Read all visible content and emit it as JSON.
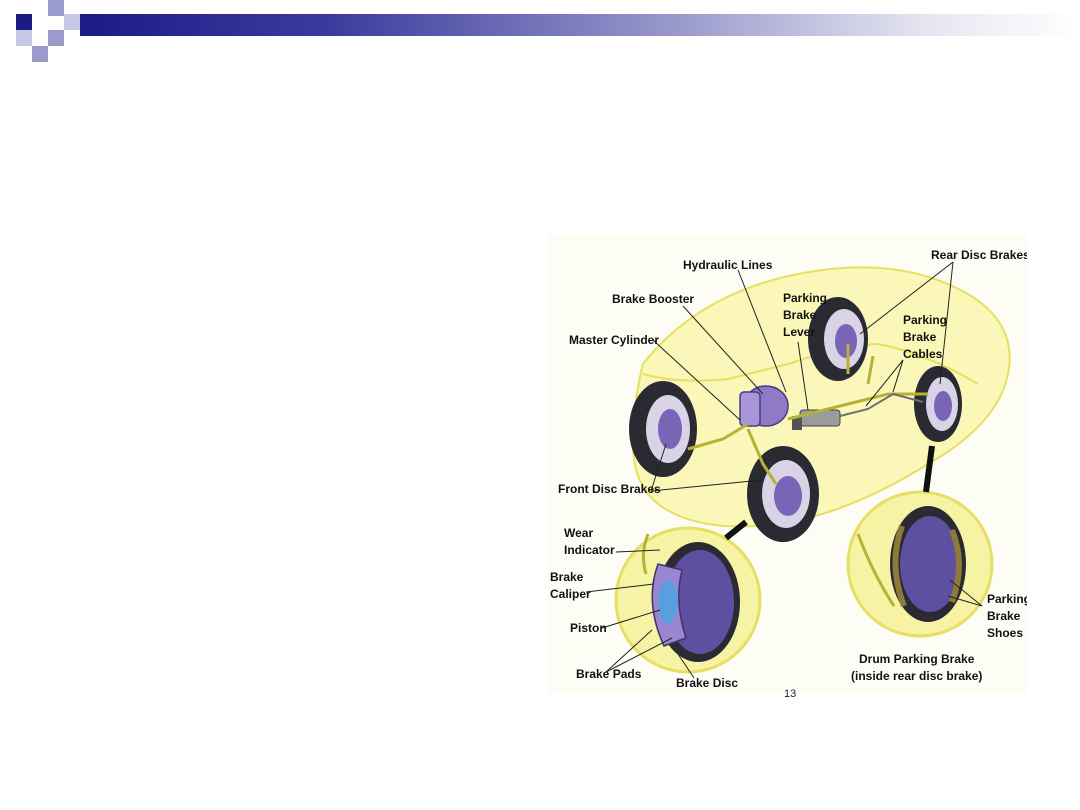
{
  "labels": {
    "hydraulic_lines": "Hydraulic Lines",
    "rear_disc_brakes": "Rear Disc Brakes",
    "brake_booster": "Brake Booster",
    "parking_brake_lever": [
      "Parking",
      "Brake",
      "Lever"
    ],
    "parking_brake_cables": [
      "Parking",
      "Brake",
      "Cables"
    ],
    "master_cylinder": "Master Cylinder",
    "front_disc_brakes": "Front Disc Brakes",
    "wear_indicator": [
      "Wear",
      "Indicator"
    ],
    "brake_caliper": [
      "Brake",
      "Caliper"
    ],
    "piston": "Piston",
    "brake_pads": "Brake Pads",
    "brake_disc": "Brake Disc",
    "parking_brake_shoes": [
      "Parking",
      "Brake",
      "Shoes"
    ],
    "drum_parking_brake": [
      "Drum Parking Brake",
      "(inside rear disc brake)"
    ]
  },
  "page_number": "13",
  "colors": {
    "title_bar_dark": "#1b1b86",
    "deco_dark": "#1b1b86",
    "deco_light": "#9a9acc",
    "car_body": "#f7f3a4",
    "car_outline": "#e6df62",
    "brake_purple": "#7a64b8",
    "wheel_dark": "#2a2a32"
  }
}
